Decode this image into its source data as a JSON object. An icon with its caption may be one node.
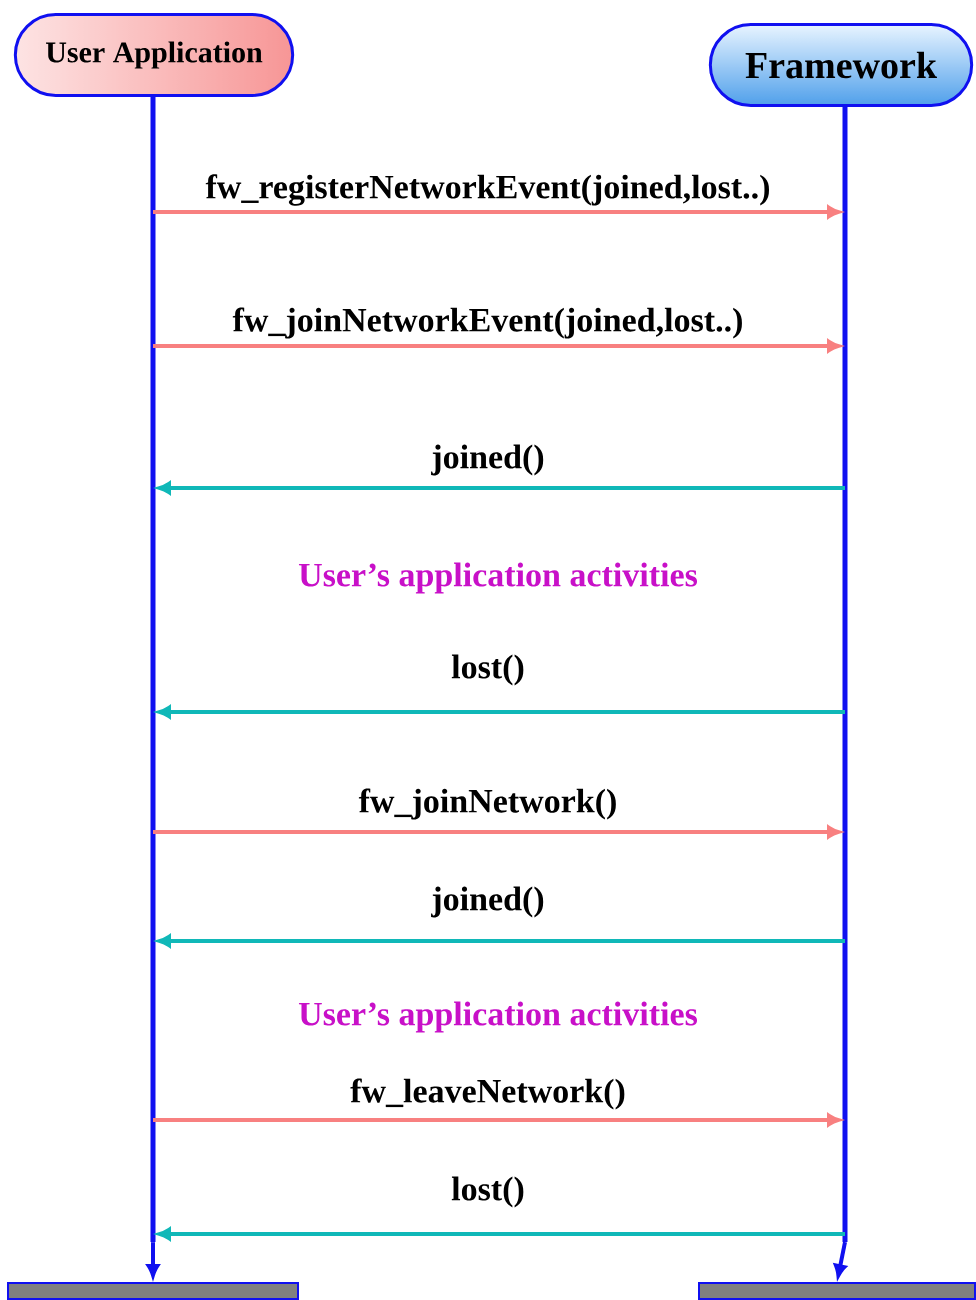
{
  "diagram": {
    "nodes": [
      {
        "text": [
          "User Application"
        ]
      },
      {
        "text": [
          "Framework"
        ]
      },
      {
        "text": [],
        "shape": "bar"
      },
      {
        "text": [],
        "shape": "bar"
      },
      {
        "text": [],
        "shape": "bar"
      },
      {
        "text": [],
        "shape": "bar"
      }
    ],
    "edges": [
      {
        "from": 2,
        "to": 4,
        "arrow": "to",
        "color": "#1010f0"
      },
      {
        "from": 3,
        "to": 5,
        "arrow": "to",
        "color": "#1010f0"
      },
      {
        "from": 2,
        "to": 3,
        "arrow": "to",
        "label": "fw_registerNetworkEvent(joined,lost..)",
        "color": "#f88080"
      },
      {
        "from": 2,
        "to": 3,
        "arrow": "to",
        "label": "fw_joinNetworkEvent(joined,lost..)",
        "color": "#f88080"
      },
      {
        "from": 3,
        "to": 2,
        "arrow": "to",
        "label": "joined()",
        "color": "#10b8b8"
      },
      {
        "from": 3,
        "to": 2,
        "arrow": "to",
        "label": "lost()",
        "color": "#10b8b8"
      },
      {
        "from": 2,
        "to": 3,
        "arrow": "to",
        "label": "fw_joinNetwork()",
        "color": "#f88080"
      },
      {
        "from": 3,
        "to": 2,
        "arrow": "to",
        "label": "joined()",
        "color": "#10b8b8"
      },
      {
        "from": 2,
        "to": 3,
        "arrow": "to",
        "label": "fw_leaveNetwork()",
        "color": "#f88080"
      },
      {
        "from": 3,
        "to": 2,
        "arrow": "to",
        "label": "lost()",
        "color": "#10b8b8"
      }
    ],
    "labels": [
      "User’s application activities",
      "User’s application activities"
    ]
  }
}
